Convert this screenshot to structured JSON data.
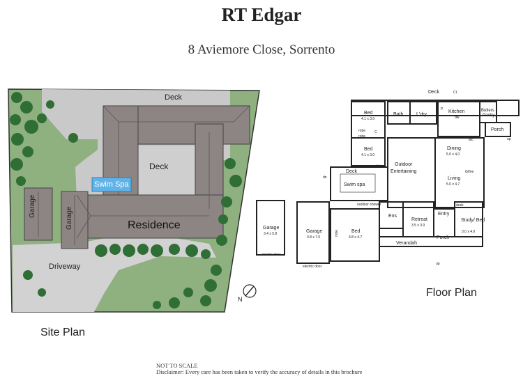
{
  "header": {
    "brand": "RT Edgar",
    "address": "8 Aviemore Close, Sorrento"
  },
  "site_plan": {
    "title": "Site Plan",
    "labels": {
      "deck_top": "Deck",
      "deck_center": "Deck",
      "swim_spa": "Swim Spa",
      "residence": "Residence",
      "garage_left": "Garage",
      "garage_right": "Garage",
      "driveway": "Driveway"
    },
    "compass": "N",
    "colors": {
      "lawn": "#8fb07f",
      "roof": "#8d8484",
      "paving": "#c9c9c9",
      "water": "#5fb3e8",
      "tree": "#2f6e35"
    }
  },
  "floor_plan": {
    "title": "Floor Plan",
    "rooms": {
      "deck_top": "Deck",
      "cl": "CL",
      "bed1": {
        "name": "Bed",
        "size": "4.1 x 3.0"
      },
      "bath": "Bath",
      "ldry": "L'dry",
      "kitchen": "Kitchen",
      "dw": "dw",
      "butlers": "Butlers",
      "pantry": "Pantry",
      "p": "P",
      "porch_top": "Porch",
      "up1": "up",
      "robe1": "robe",
      "robe2": "robe",
      "c": "C",
      "bed2": {
        "name": "Bed",
        "size": "4.1 x 3.0"
      },
      "bbq": "bbq",
      "outdoor": "Outdoor",
      "entertaining": "Entertaining",
      "dining": {
        "name": "Dining",
        "size": "5.0 x 4.0"
      },
      "ac": "a/c",
      "deck_mid": "Deck",
      "dn": "dn",
      "swim_spa": "Swim spa",
      "gfire": "G/fire",
      "living": {
        "name": "Living",
        "size": "5.0 x 4.7"
      },
      "outdoor_shower": "outdoor shower",
      "entry": "Entry",
      "desk": "desk",
      "study": {
        "name": "Study/ Bed",
        "size": "3.0 x 4.0"
      },
      "garage_small": {
        "name": "Garage",
        "size": "3.4 x 5.8"
      },
      "garage_large": {
        "name": "Garage",
        "size": "3.8 x 7.0"
      },
      "robe3": "robe",
      "bed3": {
        "name": "Bed",
        "size": "4.8 x 4.7"
      },
      "ens": "Ens",
      "retreat": {
        "name": "Retreat",
        "size": "3.5 x 3.9"
      },
      "porch_bottom": "Porch",
      "verandah": "Verandah",
      "electric_door_1": "electric door",
      "electric_door_2": "electric door",
      "up2": "up"
    }
  },
  "footer": {
    "not_to_scale": "NOT TO SCALE",
    "disclaimer": "Disclaimer: Every care has been taken to verify the accuracy of details in this brochure"
  }
}
